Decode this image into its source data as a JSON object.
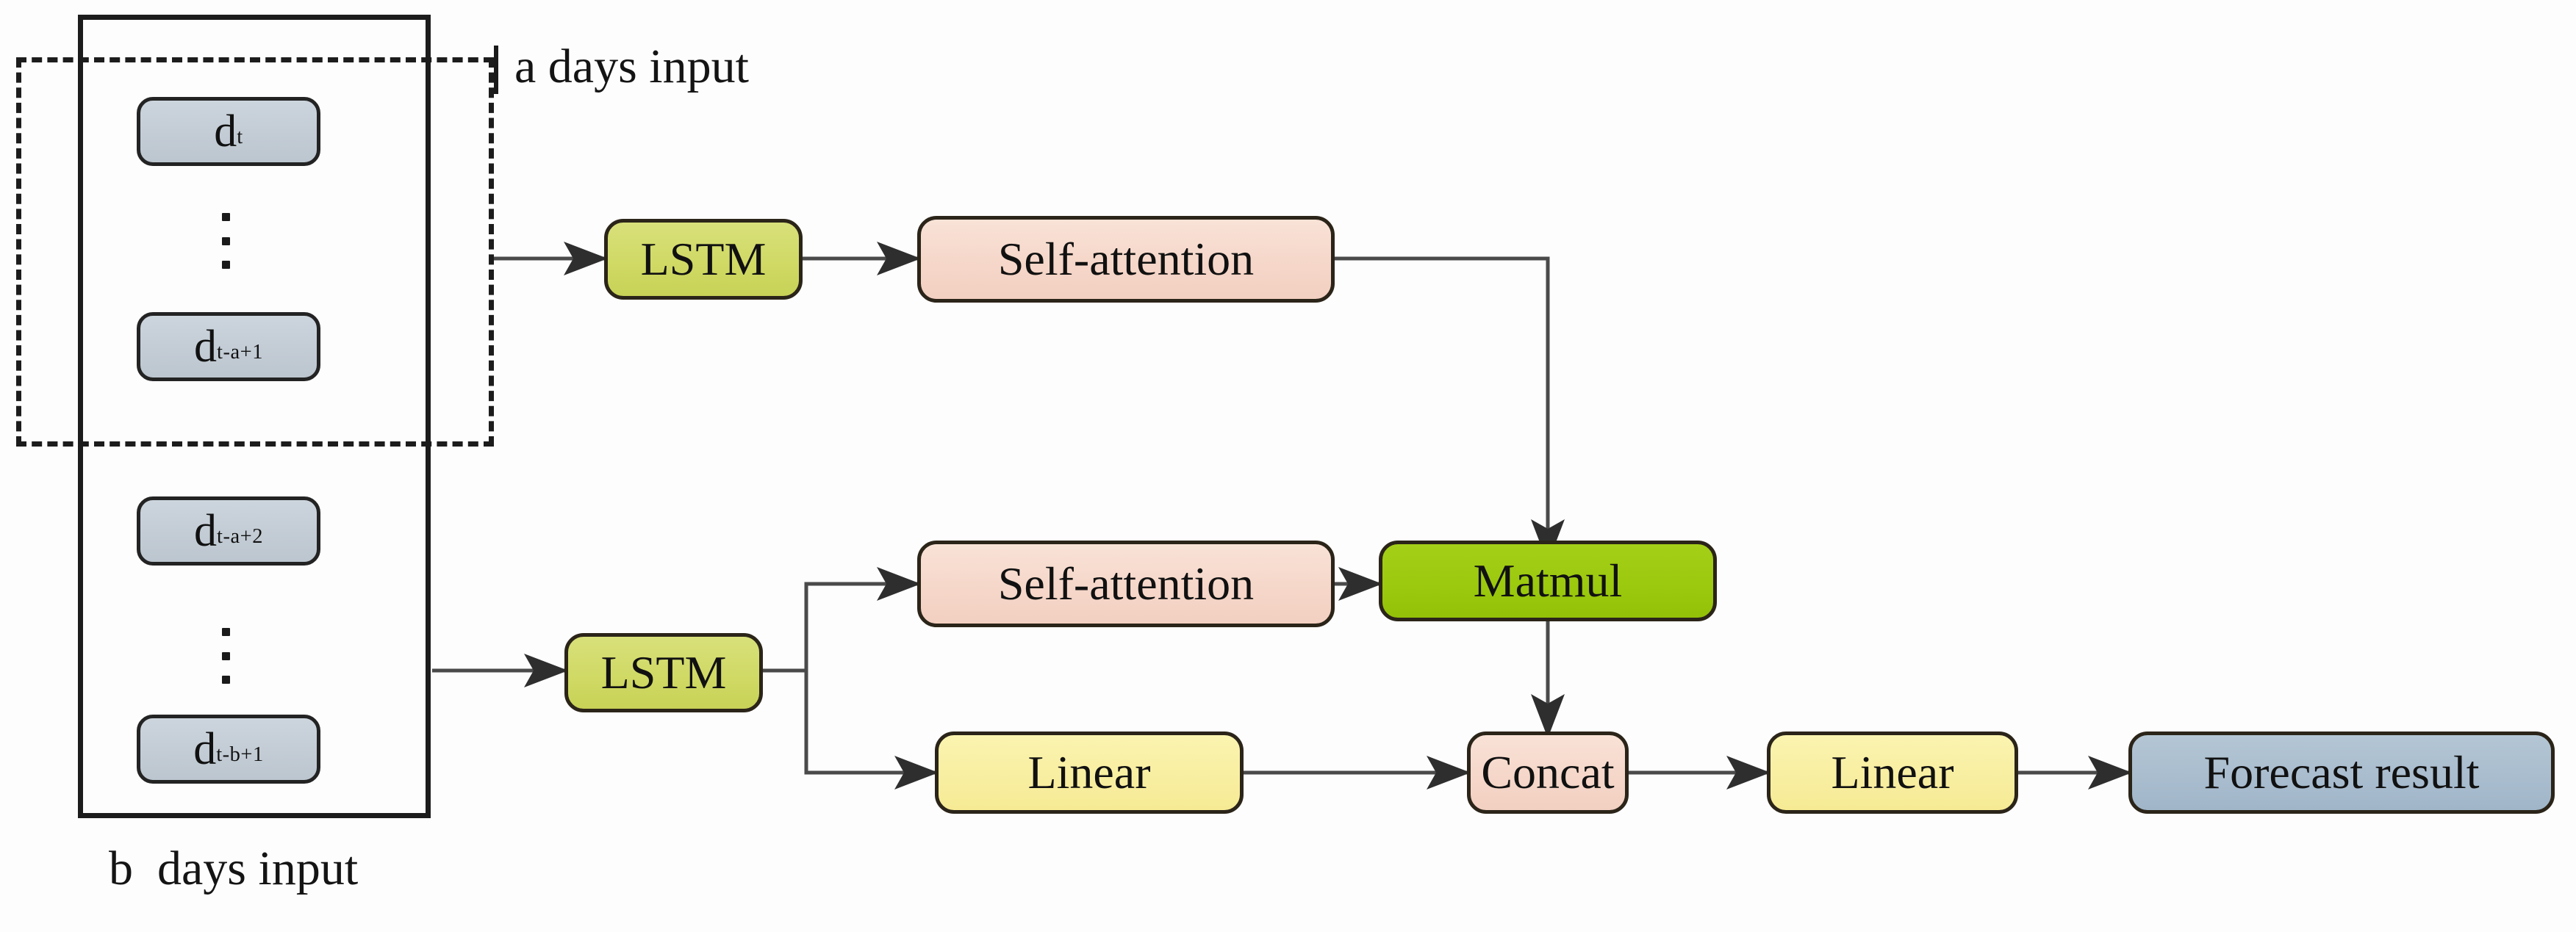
{
  "diagram": {
    "title": "LSTM self-attention forecasting architecture",
    "groups": {
      "a_window_label": "a days input",
      "b_window_label": "b  days input"
    },
    "inputs": [
      {
        "name": "d-t",
        "base": "d",
        "subscript": "t"
      },
      {
        "name": "d-t-a+1",
        "base": "d",
        "subscript": "t-a+1"
      },
      {
        "name": "d-t-a+2",
        "base": "d",
        "subscript": "t-a+2"
      },
      {
        "name": "d-t-b+1",
        "base": "d",
        "subscript": "t-b+1"
      }
    ],
    "nodes": {
      "lstm_top": "LSTM",
      "attention_top": "Self-attention",
      "lstm_bottom": "LSTM",
      "attention_bottom": "Self-attention",
      "matmul": "Matmul",
      "linear_branch": "Linear",
      "concat": "Concat",
      "linear_out": "Linear",
      "forecast": "Forecast result"
    },
    "ellipsis_symbol": "vertical-dots",
    "colors": {
      "lstm_fill": "#cfd963",
      "attention_fill": "#f5d6c8",
      "matmul_fill": "#9bc90d",
      "linear_fill": "#f8eea0",
      "forecast_fill": "#a8bcce",
      "data_box_fill": "#c3ccd5",
      "stroke": "#2b2419",
      "wire": "#4a4a4a",
      "frame": "#1c1c1c"
    }
  }
}
